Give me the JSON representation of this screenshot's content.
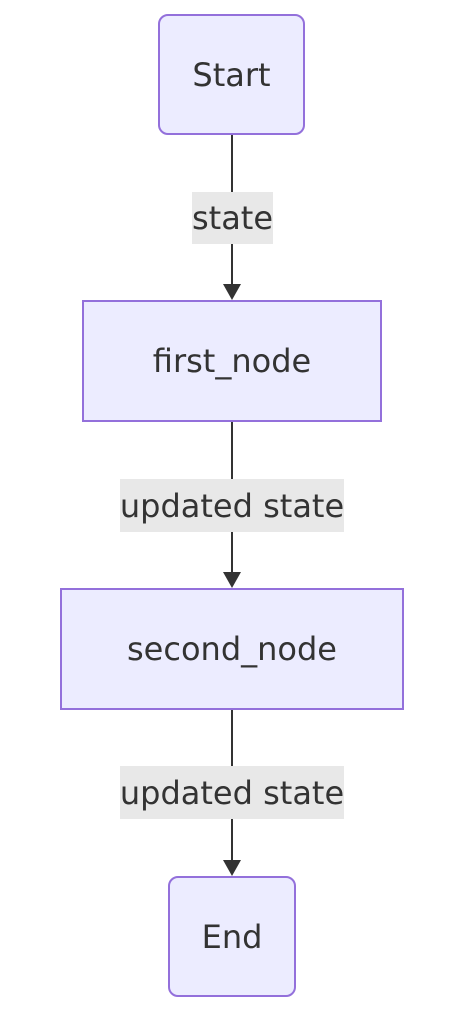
{
  "diagram": {
    "nodes": [
      {
        "id": "start",
        "label": "Start",
        "shape": "rounded"
      },
      {
        "id": "first_node",
        "label": "first_node",
        "shape": "rect"
      },
      {
        "id": "second_node",
        "label": "second_node",
        "shape": "rect"
      },
      {
        "id": "end",
        "label": "End",
        "shape": "rounded"
      }
    ],
    "edges": [
      {
        "from": "start",
        "to": "first_node",
        "label": "state"
      },
      {
        "from": "first_node",
        "to": "second_node",
        "label": "updated state"
      },
      {
        "from": "second_node",
        "to": "end",
        "label": "updated state"
      }
    ],
    "colors": {
      "node_fill": "#ECECFF",
      "node_border": "#9370DB",
      "edge": "#333333",
      "label_background": "#E8E8E8",
      "text": "#333333"
    }
  }
}
